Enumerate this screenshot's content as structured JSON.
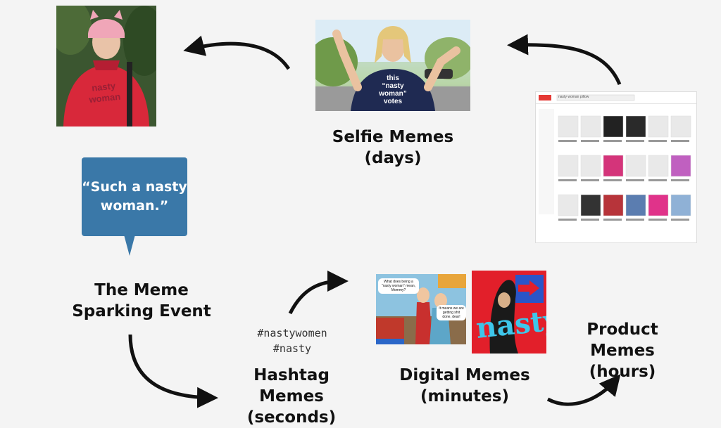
{
  "speech_bubble": {
    "quote": "“Such a nasty woman.”"
  },
  "stages": {
    "sparking_event": {
      "line1": "The Meme",
      "line2": "Sparking Event"
    },
    "hashtag": {
      "line1": "Hashtag Memes",
      "line2": "(seconds)"
    },
    "digital": {
      "line1": "Digital Memes",
      "line2": "(minutes)"
    },
    "product": {
      "line1": "Product Memes",
      "line2": "(hours)"
    },
    "selfie": {
      "line1": "Selfie Memes",
      "line2": "(days)"
    }
  },
  "hashtags": [
    "#nastywomen",
    "#nasty"
  ],
  "images": {
    "protester_shirt_text": "nasty woman",
    "selfie_shirt_text": [
      "this",
      "“nasty",
      "woman”",
      "votes"
    ],
    "comic_bubble_1": "What does being a “nasty woman” mean, Mommy?",
    "comic_bubble_2": "It means we are getting shit done, dear!",
    "poster_text": "nasty",
    "shop_search_query": "nasty woman pillow"
  },
  "colors": {
    "bubble": "#3a78a8",
    "arrow": "#111111",
    "background": "#f4f4f4"
  }
}
